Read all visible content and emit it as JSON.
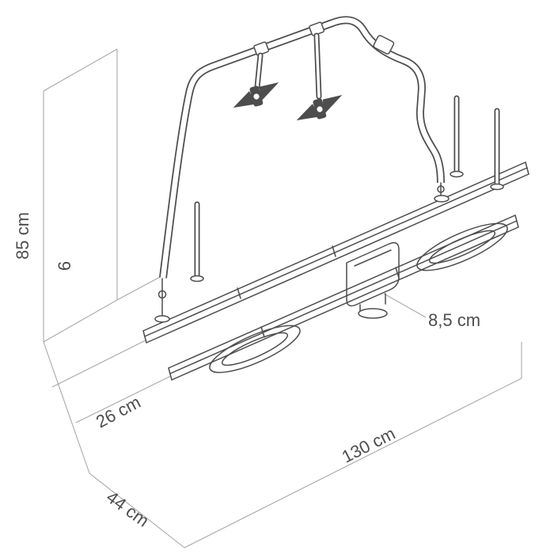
{
  "diagram": {
    "labels": {
      "height": "85 cm",
      "wall_gap": "6",
      "platform_height": "8,5 cm",
      "rail_spacing": "26 cm",
      "width": "130 cm",
      "depth": "44 cm"
    },
    "colors": {
      "background": "#ffffff",
      "drawing_line": "#4d4d4d",
      "dimension_line": "#a8a8a8",
      "label_text": "#4e4e4e"
    }
  }
}
